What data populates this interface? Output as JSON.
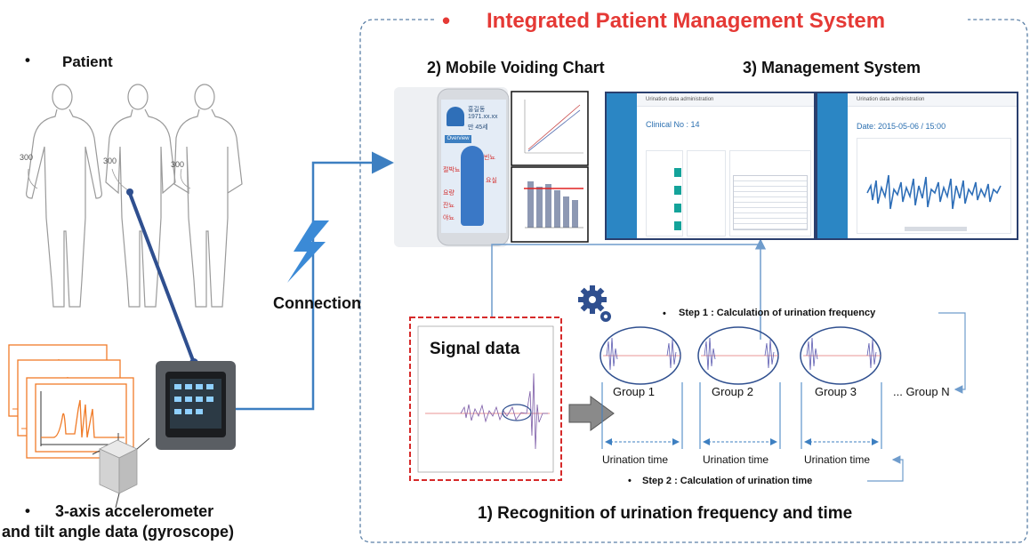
{
  "title": "Integrated Patient Management System",
  "patient": {
    "label": "Patient",
    "device_numbers": [
      "300",
      "300",
      "300"
    ]
  },
  "sensor": {
    "line1": "3-axis accelerometer",
    "line2": "and tilt angle data (gyroscope)"
  },
  "connection": "Connection",
  "mobile_chart": {
    "heading": "2) Mobile Voiding Chart",
    "phone": {
      "name": "홍길동",
      "id": "1971.xx.xx",
      "age": "만 45세",
      "button": "Overview",
      "labels": [
        "빈뇨",
        "절박뇨",
        "요실",
        "요량",
        "잔뇨",
        "야뇨"
      ]
    }
  },
  "management": {
    "heading": "3) Management System",
    "screen1": {
      "title": "Clinical No : 14",
      "topbar": "Urination data administration"
    },
    "screen2": {
      "title": "Date: 2015-05-06 / 15:00",
      "topbar": "Urination data administration"
    }
  },
  "recognition": {
    "signal_label": "Signal data",
    "step1": "Step 1 : Calculation of urination frequency",
    "step2": "Step 2 : Calculation of urination time",
    "groups": [
      "Group 1",
      "Group 2",
      "Group 3",
      "... Group N"
    ],
    "urination_time": "Urination time",
    "heading": "1) Recognition of urination frequency and time"
  },
  "colors": {
    "title_red": "#e53935",
    "arrow_blue": "#3d7fc1",
    "dash_blue": "#5a7fa6",
    "orange": "#f07b28"
  }
}
